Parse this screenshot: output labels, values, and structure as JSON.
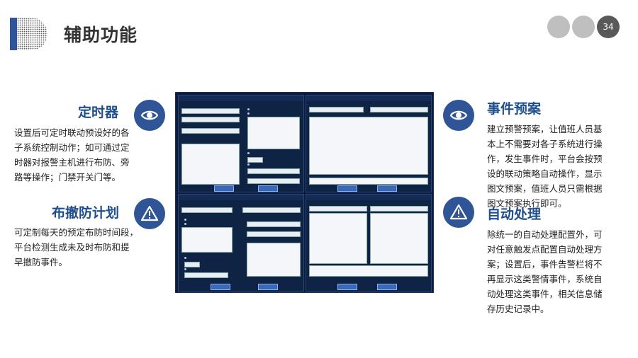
{
  "header": {
    "title": "辅助功能",
    "page_number": "34"
  },
  "sections": {
    "timer": {
      "title": "定时器",
      "text_lines": [
        "设置后可定时联动预设好的各",
        "子系统控制动作；如可通过定",
        "时器对报警主机进行布防、旁",
        "路等操作；门禁开关门等。"
      ],
      "icon": "eye-icon"
    },
    "arming": {
      "title": "布撤防计划",
      "text_lines": [
        "可定制每天的预定布防时间段，",
        "平台检测生成未及时布防和提",
        "早撤防事件。"
      ],
      "icon": "warning-icon"
    },
    "event_plan": {
      "title": "事件预案",
      "text_lines": [
        "建立预警预案，让值班人员基",
        "本上不需要对各子系统进行操",
        "作，发生事件时，平台会按预",
        "设的联动策略自动操作，显示",
        "图文预案，值班人员只需根据",
        "图文预案执行即可。"
      ],
      "icon": "eye-icon"
    },
    "auto_process": {
      "title": "自动处理",
      "text_lines": [
        "除统一的自动处理配置外，可",
        "对任意触发点配置自动处理方",
        "案；设置后，事件告警栏将不",
        "再显示这类警情事件，系统自",
        "动处理这类事件，相关信息储",
        "存历史记录中。"
      ],
      "icon": "warning-icon"
    }
  },
  "colors": {
    "accent": "#2f5597",
    "title_blue": "#1f4e8c",
    "grey_dot": "#bfbfbf",
    "dark_dot": "#595959"
  }
}
